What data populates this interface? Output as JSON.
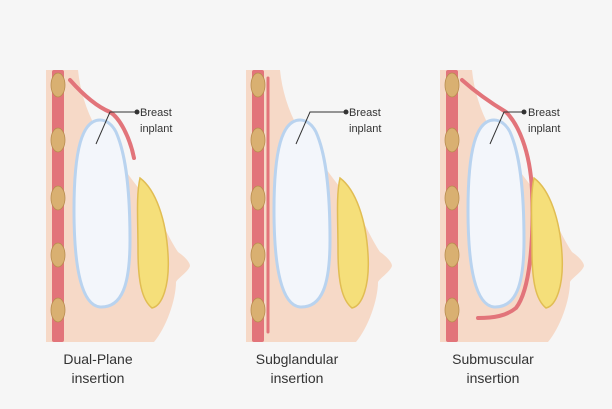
{
  "diagram": {
    "panels": [
      {
        "id": "dual-plane",
        "title_line1": "Dual-Plane",
        "title_line2": "insertion",
        "callout_line1": "Breast",
        "callout_line2": "inplant"
      },
      {
        "id": "subglandular",
        "title_line1": "Subglandular",
        "title_line2": "insertion",
        "callout_line1": "Breast",
        "callout_line2": "inplant"
      },
      {
        "id": "submuscular",
        "title_line1": "Submuscular",
        "title_line2": "insertion",
        "callout_line1": "Breast",
        "callout_line2": "inplant"
      }
    ],
    "colors": {
      "background": "#f6f6f6",
      "skin": "#f6d9c7",
      "muscle": "#e2747a",
      "rib": "#d9b071",
      "implant_fill": "#f3f6fb",
      "implant_outline": "#b9d3ef",
      "gland": "#f5df7a",
      "gland_outline": "#e1bd53",
      "leader": "#333333"
    }
  }
}
